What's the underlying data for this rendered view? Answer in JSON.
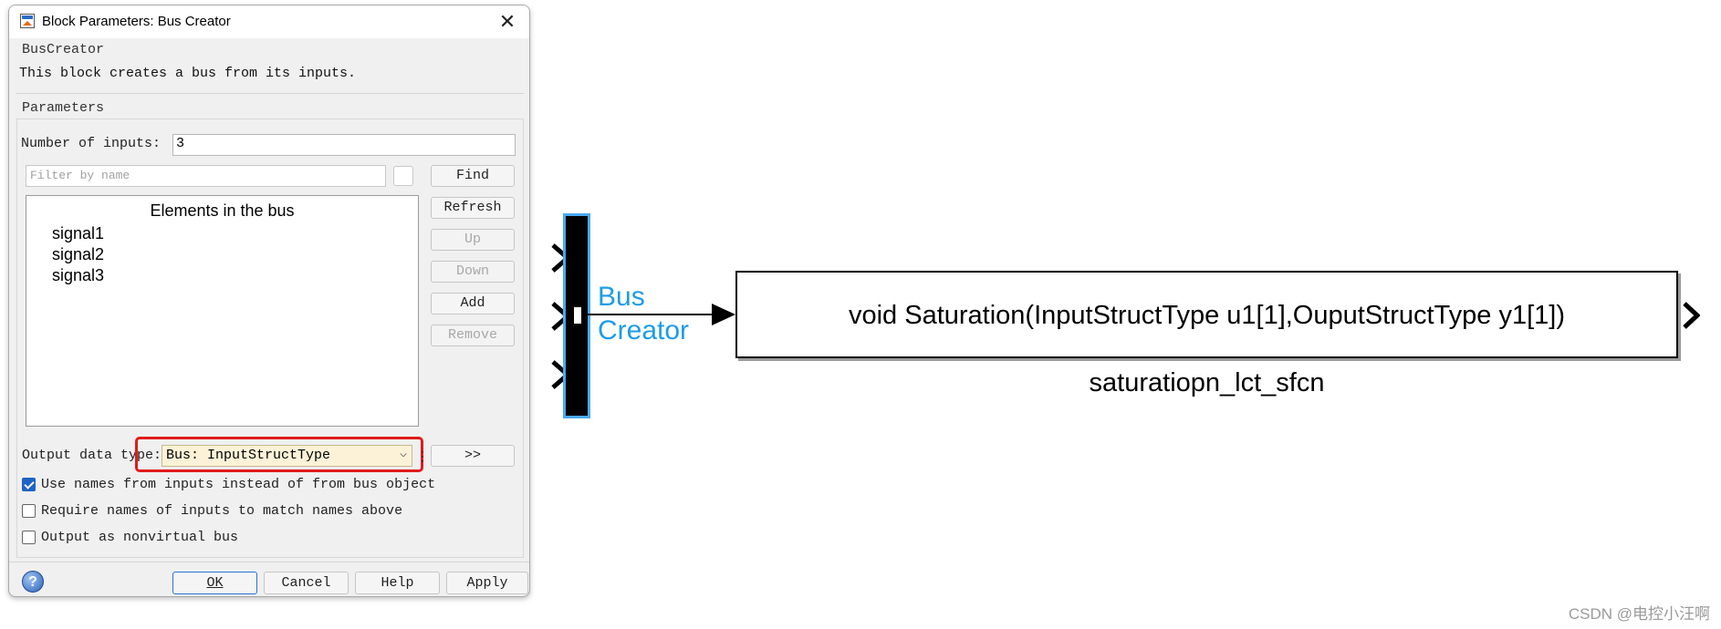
{
  "dialog": {
    "title": "Block Parameters: Bus Creator",
    "close_glyph": "✕",
    "group_block": "BusCreator",
    "description": "This block creates a bus from its inputs.",
    "group_params": "Parameters",
    "num_inputs_label": "Number of inputs:",
    "num_inputs_value": "3",
    "filter_placeholder": "Filter by name",
    "list_header": "Elements in the bus",
    "signals": [
      "signal1",
      "signal2",
      "signal3"
    ],
    "buttons": {
      "find": "Find",
      "refresh": "Refresh",
      "up": "Up",
      "down": "Down",
      "add": "Add",
      "remove": "Remove",
      "expand": ">>"
    },
    "output_type_label": "Output data type:",
    "output_type_value": "Bus: InputStructType",
    "checkboxes": [
      {
        "label": "Use names from inputs instead of from bus object",
        "checked": true
      },
      {
        "label": "Require names of inputs to match names above",
        "checked": false
      },
      {
        "label": "Output as nonvirtual bus",
        "checked": false
      }
    ],
    "footer": {
      "help": "?",
      "ok": "OK",
      "cancel": "Cancel",
      "help_btn": "Help",
      "apply": "Apply"
    }
  },
  "diagram": {
    "bus_label_line1": "Bus",
    "bus_label_line2": "Creator",
    "target_block_text": "void Saturation(InputStructType u1[1],OuputStructType y1[1])",
    "target_block_name": "saturatiopn_lct_sfcn",
    "accent_color": "#1d9ce6"
  },
  "watermark": "CSDN @电控小汪啊"
}
